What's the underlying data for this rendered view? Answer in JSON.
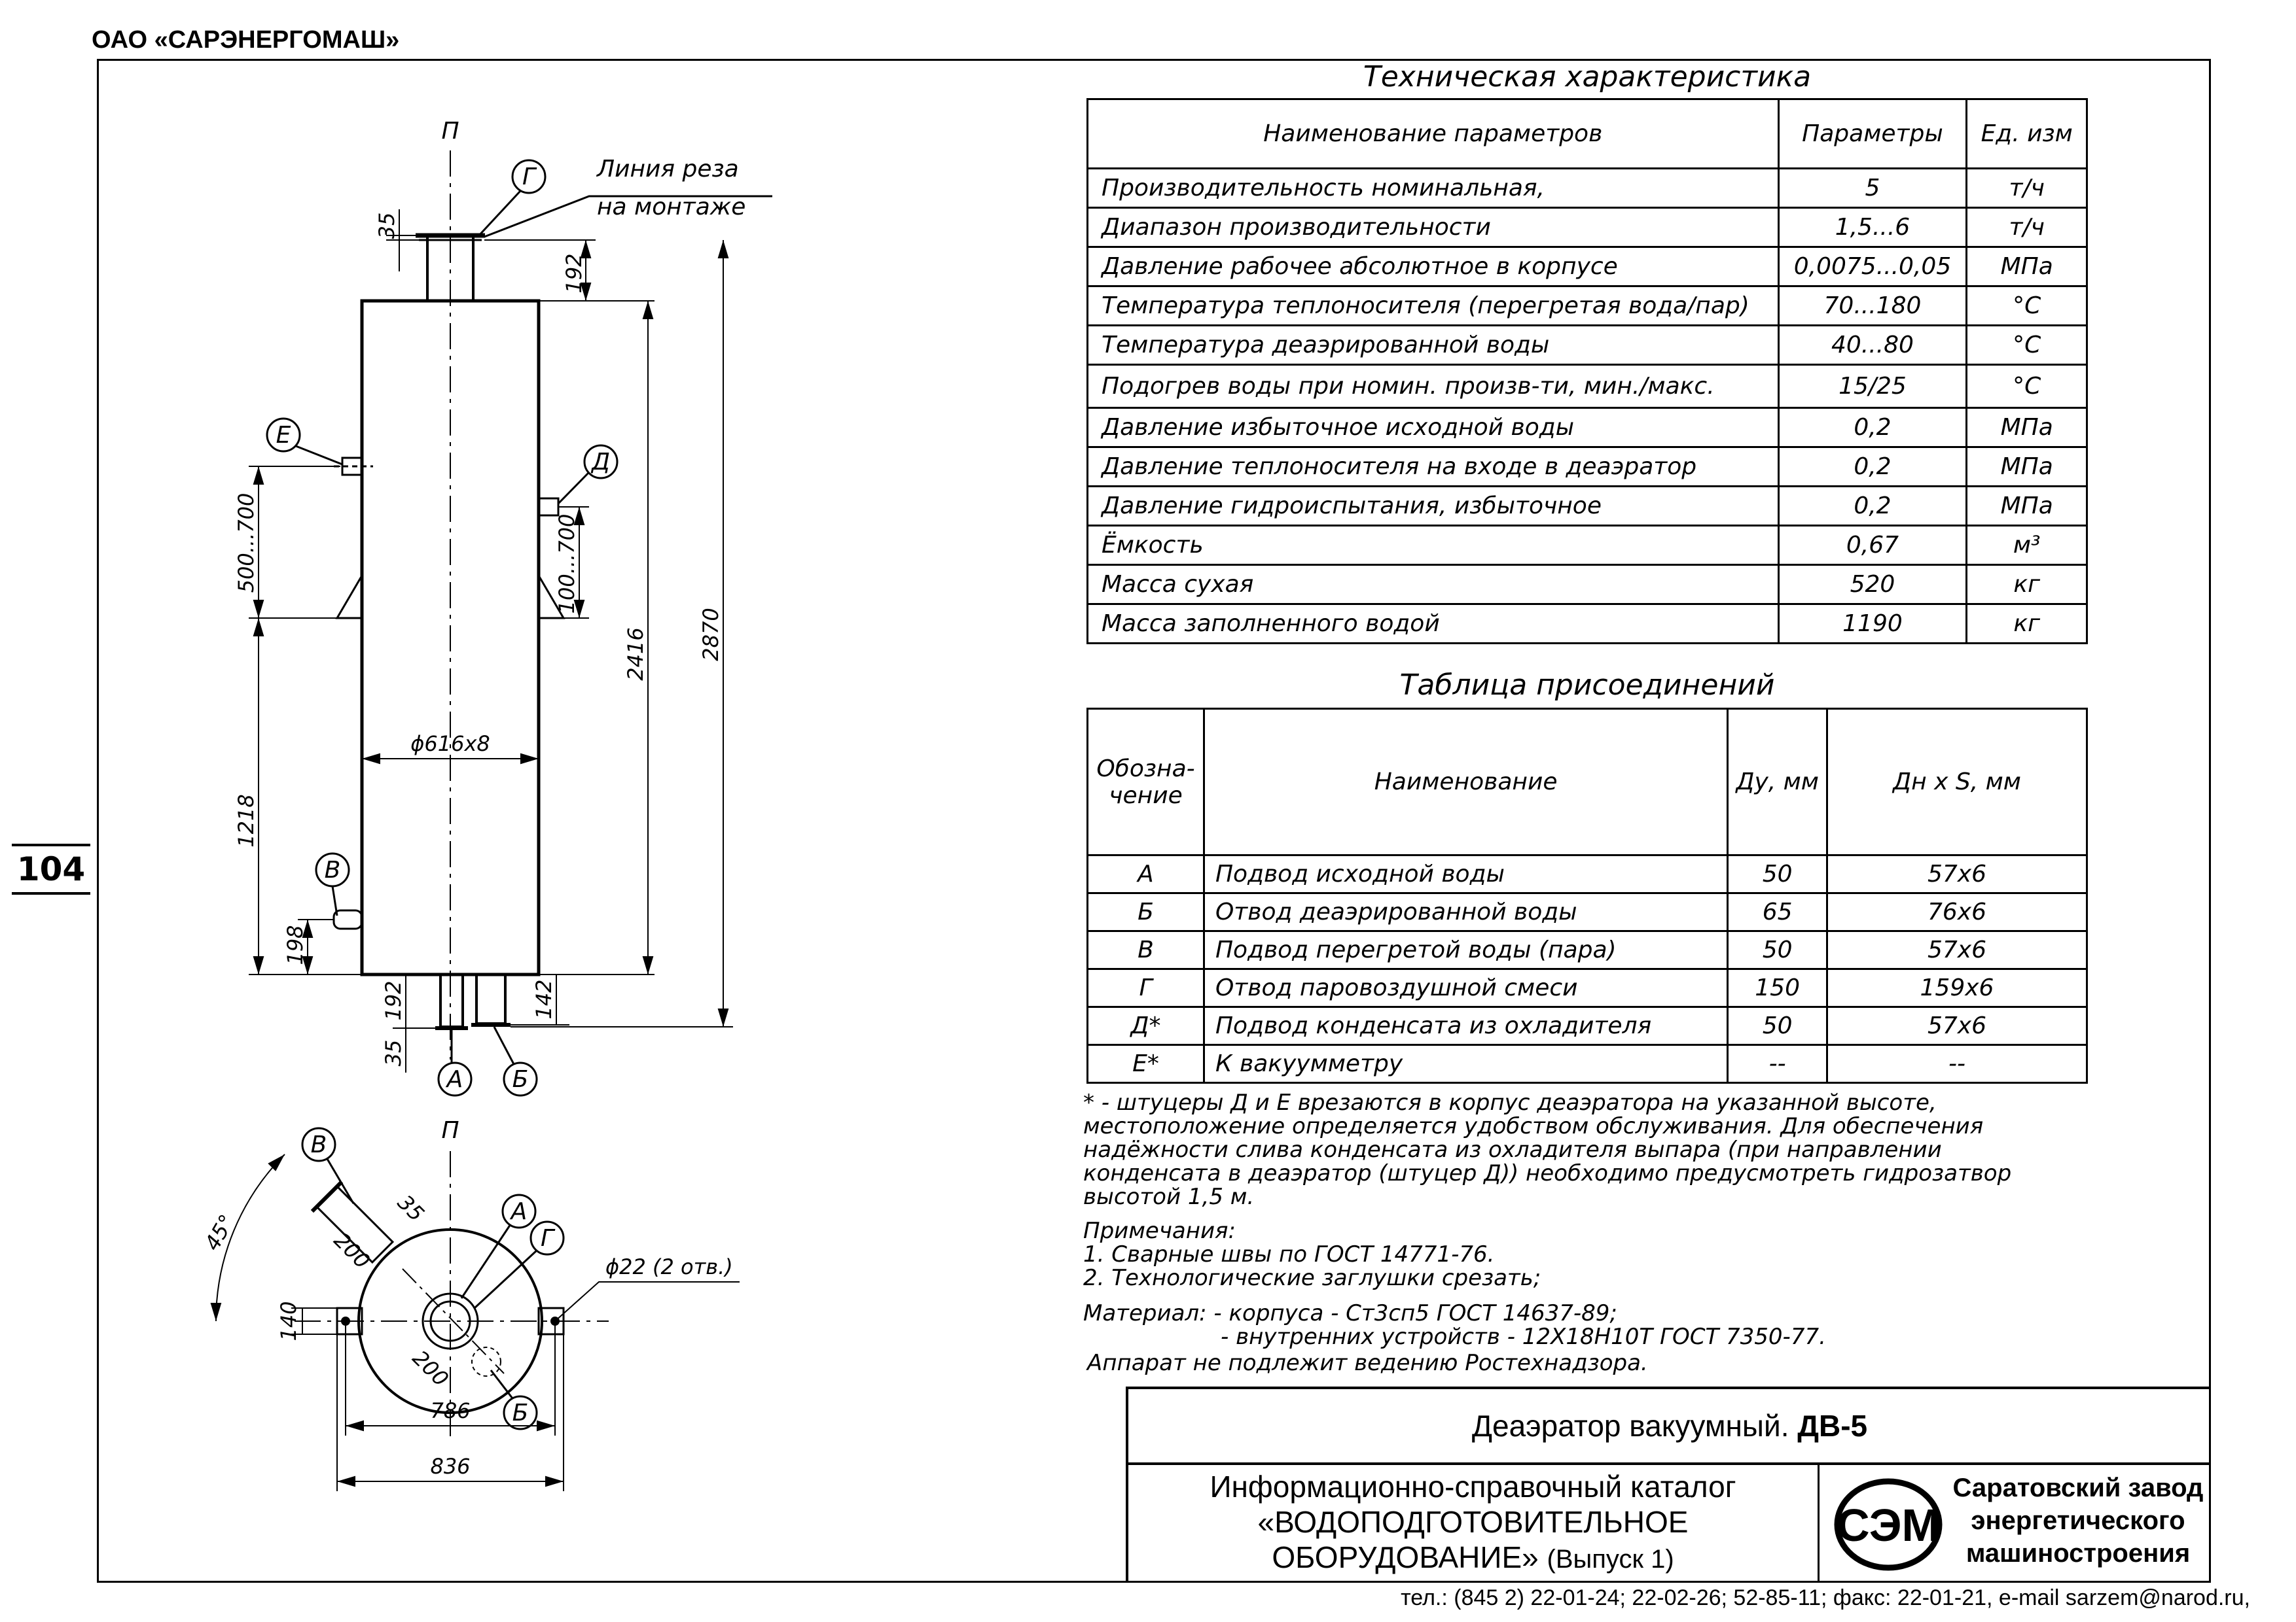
{
  "company": "ОАО «САРЭНЕРГОМАШ»",
  "page_number": "104",
  "drawing": {
    "section_marks": [
      "П",
      "П"
    ],
    "cut_line_label": [
      "Линия реза",
      "на монтаже"
    ],
    "nozzle_letters": [
      "А",
      "Б",
      "В",
      "Г",
      "Д",
      "Е"
    ],
    "dimensions": {
      "d35_top": "35",
      "d192_top": "192",
      "d2870": "2870",
      "d2416": "2416",
      "d500_700": "500...700",
      "d100_700": "100...700",
      "d616": "ϕ616x8",
      "d1218": "1218",
      "d198": "198",
      "d192_bot": "192",
      "d142": "142",
      "d35_bot": "35",
      "d45": "45°",
      "d35_plan": "35",
      "d200a": "200",
      "d200b": "200",
      "d140": "140",
      "d22": "ϕ22 (2 отв.)",
      "d786": "786",
      "d836": "836"
    }
  },
  "tech_spec": {
    "title": "Техническая характеристика",
    "headers": [
      "Наименование параметров",
      "Параметры",
      "Ед. изм"
    ],
    "rows": [
      [
        "Производительность номинальная,",
        "5",
        "т/ч"
      ],
      [
        "Диапазон производительности",
        "1,5...6",
        "т/ч"
      ],
      [
        "Давление рабочее абсолютное в корпусе",
        "0,0075...0,05",
        "МПа"
      ],
      [
        "Температура теплоносителя (перегретая вода/пар)",
        "70...180",
        "°С"
      ],
      [
        "Температура деаэрированной воды",
        "40...80",
        "°С"
      ],
      [
        "Подогрев воды при номин. произв-ти, мин./макс.",
        "15/25",
        "°С"
      ],
      [
        "Давление избыточное исходной воды",
        "0,2",
        "МПа"
      ],
      [
        "Давление теплоносителя на входе в деаэратор",
        "0,2",
        "МПа"
      ],
      [
        "Давление гидроиспытания, избыточное",
        "0,2",
        "МПа"
      ],
      [
        "Ёмкость",
        "0,67",
        "м³"
      ],
      [
        "Масса сухая",
        "520",
        "кг"
      ],
      [
        "Масса заполненного водой",
        "1190",
        "кг"
      ]
    ]
  },
  "connections": {
    "title": "Таблица присоединений",
    "headers": [
      "Обозна-чение",
      "Наименование",
      "Ду, мм",
      "Дн x S, мм"
    ],
    "rows": [
      [
        "А",
        "Подвод исходной воды",
        "50",
        "57x6"
      ],
      [
        "Б",
        "Отвод деаэрированной воды",
        "65",
        "76x6"
      ],
      [
        "В",
        "Подвод перегретой воды (пара)",
        "50",
        "57x6"
      ],
      [
        "Г",
        "Отвод паровоздушной смеси",
        "150",
        "159x6"
      ],
      [
        "Д*",
        "Подвод конденсата из охладителя",
        "50",
        "57x6"
      ],
      [
        "Е*",
        "К вакуумметру",
        "--",
        "--"
      ]
    ]
  },
  "notes": {
    "footnote": [
      "* - штуцеры Д и Е врезаются в корпус деаэратора на указанной высоте,",
      "местоположение определяется удобством обслуживания. Для обеспечения",
      "надёжности слива конденсата из охладителя выпара (при направлении",
      "конденсата в деаэратор (штуцер Д)) необходимо предусмотреть гидрозатвор",
      "высотой 1,5 м."
    ],
    "remarks_title": "Примечания:",
    "remarks": [
      "1. Сварные швы по ГОСТ 14771-76.",
      "2. Технологические заглушки срезать;"
    ],
    "material": [
      "Материал: - корпуса - Ст3сп5 ГОСТ 14637-89;",
      "- внутренних устройств - 12Х18Н10Т ГОСТ 7350-77."
    ],
    "supervision": "Аппарат не подлежит ведению Ростехнадзора."
  },
  "title_block": {
    "product": "Деаэратор вакуумный.",
    "product_code": "ДВ-5",
    "catalog": [
      "Информационно-справочный каталог",
      "«ВОДОПОДГОТОВИТЕЛЬНОЕ",
      "ОБОРУДОВАНИЕ»"
    ],
    "issue": "(Выпуск 1)",
    "maker": [
      "Саратовский завод",
      "энергетического",
      "машиностроения"
    ],
    "logo_letters": "СЭМ"
  },
  "contacts": "тел.: (845 2) 22-01-24; 22-02-26; 52-85-11; факс: 22-01-21, e-mail sarzem@narod.ru,"
}
